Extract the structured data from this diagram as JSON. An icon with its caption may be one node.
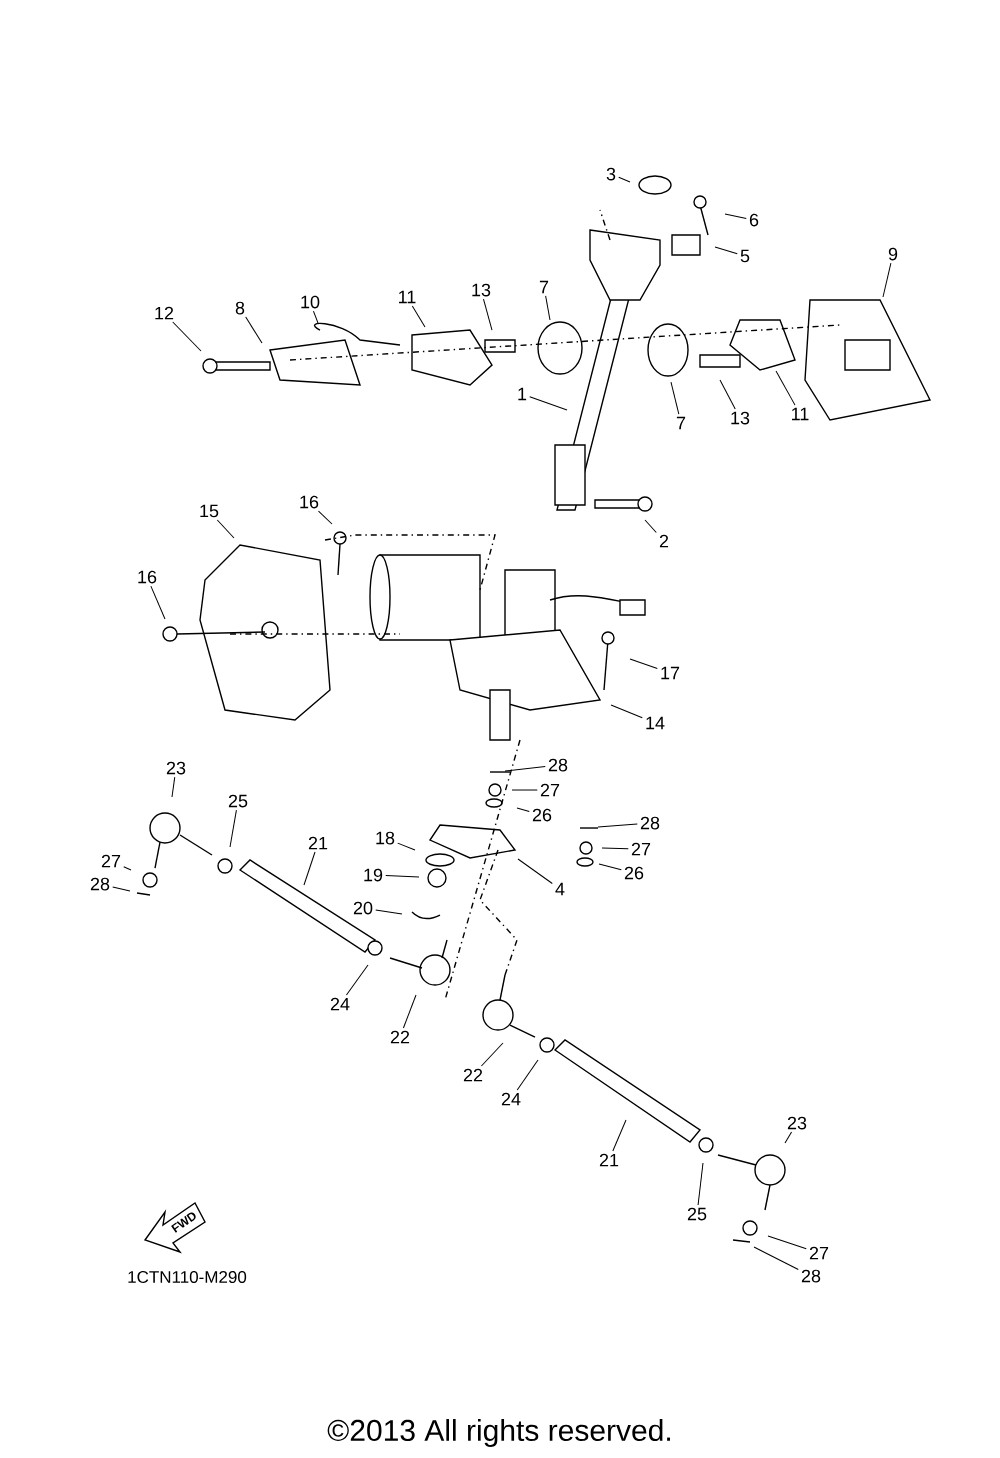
{
  "diagram": {
    "nodes": [
      {
        "text": [
          "1"
        ]
      },
      {
        "text": [
          "2"
        ]
      },
      {
        "text": [
          "3"
        ]
      },
      {
        "text": [
          "6"
        ]
      },
      {
        "text": [
          "5"
        ]
      },
      {
        "text": [
          "9"
        ]
      },
      {
        "text": [
          "12"
        ]
      },
      {
        "text": [
          "8"
        ]
      },
      {
        "text": [
          "10"
        ]
      },
      {
        "text": [
          "11"
        ]
      },
      {
        "text": [
          "13"
        ]
      },
      {
        "text": [
          "7"
        ]
      },
      {
        "text": [
          "7"
        ]
      },
      {
        "text": [
          "13"
        ]
      },
      {
        "text": [
          "11"
        ]
      },
      {
        "text": [
          "15"
        ]
      },
      {
        "text": [
          "16"
        ]
      },
      {
        "text": [
          "16"
        ]
      },
      {
        "text": [
          "17"
        ]
      },
      {
        "text": [
          "14"
        ]
      },
      {
        "text": [
          "28"
        ]
      },
      {
        "text": [
          "27"
        ]
      },
      {
        "text": [
          "26"
        ]
      },
      {
        "text": [
          "28"
        ]
      },
      {
        "text": [
          "27"
        ]
      },
      {
        "text": [
          "26"
        ]
      },
      {
        "text": [
          "4"
        ]
      },
      {
        "text": [
          "18"
        ]
      },
      {
        "text": [
          "19"
        ]
      },
      {
        "text": [
          "20"
        ]
      },
      {
        "text": [
          "23"
        ]
      },
      {
        "text": [
          "25"
        ]
      },
      {
        "text": [
          "27"
        ]
      },
      {
        "text": [
          "28"
        ]
      },
      {
        "text": [
          "21"
        ]
      },
      {
        "text": [
          "24"
        ]
      },
      {
        "text": [
          "22"
        ]
      },
      {
        "text": [
          "22"
        ]
      },
      {
        "text": [
          "24"
        ]
      },
      {
        "text": [
          "21"
        ]
      },
      {
        "text": [
          "23"
        ]
      },
      {
        "text": [
          "25"
        ]
      },
      {
        "text": [
          "27"
        ]
      },
      {
        "text": [
          "28"
        ]
      }
    ],
    "edges": [
      {
        "from": 0,
        "to": null,
        "arrow": "none"
      },
      {
        "from": 1,
        "to": null,
        "arrow": "none"
      },
      {
        "from": 2,
        "to": null,
        "arrow": "none"
      },
      {
        "from": 3,
        "to": null,
        "arrow": "none"
      },
      {
        "from": 4,
        "to": null,
        "arrow": "none"
      },
      {
        "from": 5,
        "to": null,
        "arrow": "none"
      },
      {
        "from": 6,
        "to": null,
        "arrow": "none"
      },
      {
        "from": 7,
        "to": null,
        "arrow": "none"
      },
      {
        "from": 8,
        "to": null,
        "arrow": "none"
      },
      {
        "from": 9,
        "to": null,
        "arrow": "none"
      },
      {
        "from": 10,
        "to": null,
        "arrow": "none"
      },
      {
        "from": 11,
        "to": null,
        "arrow": "none"
      },
      {
        "from": 12,
        "to": null,
        "arrow": "none"
      },
      {
        "from": 13,
        "to": null,
        "arrow": "none"
      },
      {
        "from": 14,
        "to": null,
        "arrow": "none"
      },
      {
        "from": 15,
        "to": null,
        "arrow": "none"
      },
      {
        "from": 16,
        "to": null,
        "arrow": "none"
      },
      {
        "from": 17,
        "to": null,
        "arrow": "none"
      },
      {
        "from": 18,
        "to": null,
        "arrow": "none"
      },
      {
        "from": 19,
        "to": null,
        "arrow": "none"
      },
      {
        "from": 20,
        "to": null,
        "arrow": "none"
      },
      {
        "from": 21,
        "to": null,
        "arrow": "none"
      },
      {
        "from": 22,
        "to": null,
        "arrow": "none"
      },
      {
        "from": 23,
        "to": null,
        "arrow": "none"
      },
      {
        "from": 24,
        "to": null,
        "arrow": "none"
      },
      {
        "from": 25,
        "to": null,
        "arrow": "none"
      },
      {
        "from": 26,
        "to": null,
        "arrow": "none"
      },
      {
        "from": 27,
        "to": null,
        "arrow": "none"
      },
      {
        "from": 28,
        "to": null,
        "arrow": "none"
      },
      {
        "from": 29,
        "to": null,
        "arrow": "none"
      },
      {
        "from": 30,
        "to": null,
        "arrow": "none"
      },
      {
        "from": 31,
        "to": null,
        "arrow": "none"
      },
      {
        "from": 32,
        "to": null,
        "arrow": "none"
      },
      {
        "from": 33,
        "to": null,
        "arrow": "none"
      },
      {
        "from": 34,
        "to": null,
        "arrow": "none"
      },
      {
        "from": 35,
        "to": null,
        "arrow": "none"
      },
      {
        "from": 36,
        "to": null,
        "arrow": "none"
      },
      {
        "from": 37,
        "to": null,
        "arrow": "none"
      },
      {
        "from": 38,
        "to": null,
        "arrow": "none"
      },
      {
        "from": 39,
        "to": null,
        "arrow": "none"
      },
      {
        "from": 40,
        "to": null,
        "arrow": "none"
      },
      {
        "from": 41,
        "to": null,
        "arrow": "none"
      },
      {
        "from": 42,
        "to": null,
        "arrow": "none"
      },
      {
        "from": 43,
        "to": null,
        "arrow": "none"
      }
    ],
    "labels": [
      "FWD",
      "1CTN110-M290",
      "©2013 All rights reserved."
    ]
  }
}
